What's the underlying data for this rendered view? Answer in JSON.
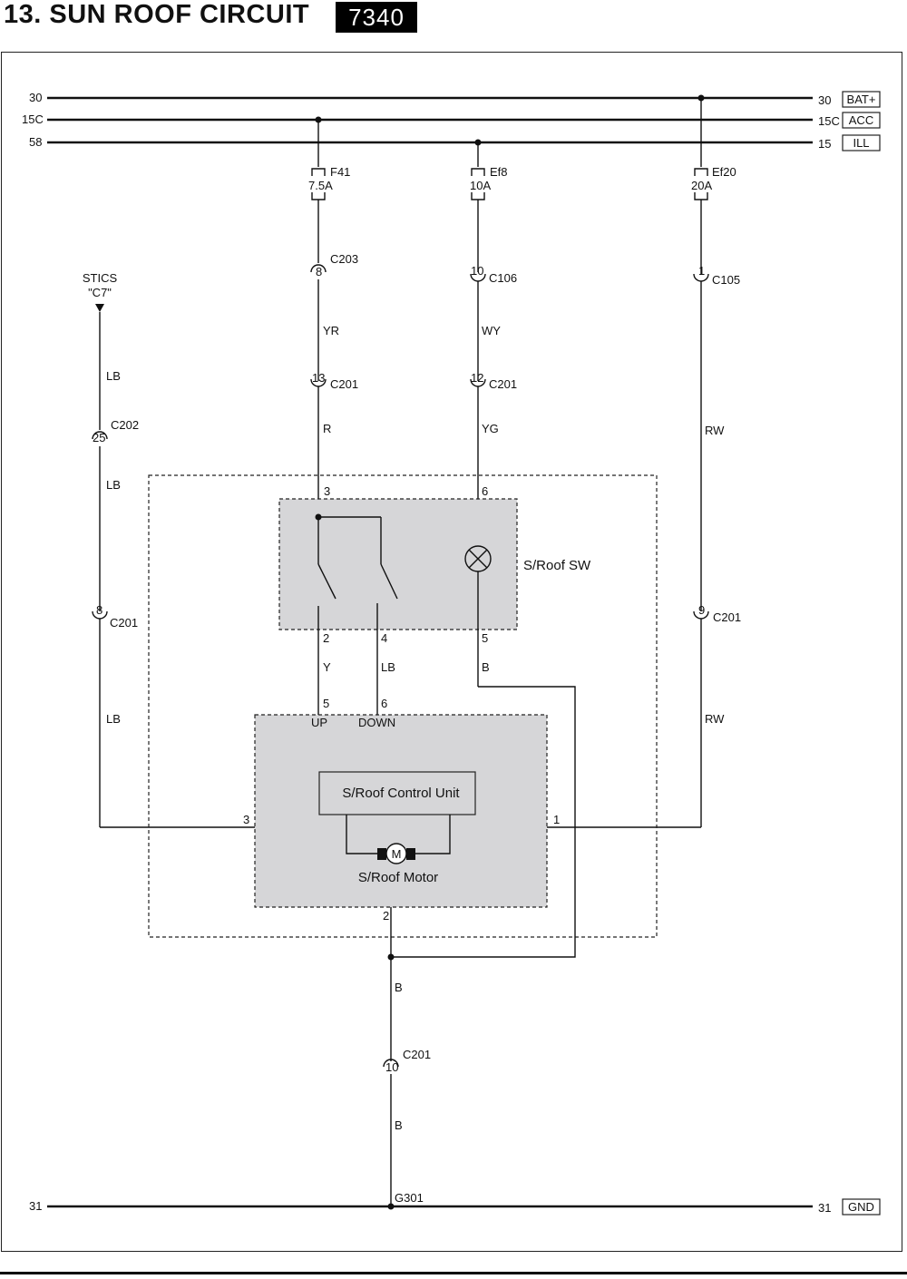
{
  "header": {
    "title": "13. SUN ROOF CIRCUIT",
    "code": "7340"
  },
  "rails": {
    "r30": {
      "left": "30",
      "right": "30",
      "tag": "BAT+"
    },
    "r15c": {
      "left": "15C",
      "right": "15C",
      "tag": "ACC"
    },
    "r58": {
      "left": "58",
      "right": "15",
      "tag": "ILL"
    },
    "r31": {
      "left": "31",
      "right": "31",
      "tag": "GND"
    }
  },
  "fuses": {
    "f41": {
      "name": "F41",
      "rating": "7.5A"
    },
    "ef8": {
      "name": "Ef8",
      "rating": "10A"
    },
    "ef20": {
      "name": "Ef20",
      "rating": "20A"
    }
  },
  "connectors": {
    "c203": {
      "name": "C203",
      "pin": "8"
    },
    "c106": {
      "name": "C106",
      "pin": "10"
    },
    "c105": {
      "name": "C105",
      "pin": "1"
    },
    "c201_13": {
      "name": "C201",
      "pin": "13"
    },
    "c201_12": {
      "name": "C201",
      "pin": "12"
    },
    "c202": {
      "name": "C202",
      "pin": "25"
    },
    "c201_8": {
      "name": "C201",
      "pin": "8"
    },
    "c201_9": {
      "name": "C201",
      "pin": "9"
    },
    "c201_10": {
      "name": "C201",
      "pin": "10"
    }
  },
  "wires": {
    "yr": "YR",
    "wy": "WY",
    "r": "R",
    "yg": "YG",
    "rw1": "RW",
    "rw2": "RW",
    "lb1": "LB",
    "lb2": "LB",
    "lb3": "LB",
    "y": "Y",
    "lb4": "LB",
    "b1": "B",
    "b2": "B",
    "b3": "B"
  },
  "stics": {
    "label": "STICS",
    "sub": "\"C7\""
  },
  "switch": {
    "label": "S/Roof SW",
    "pin3": "3",
    "pin6": "6",
    "pin2": "2",
    "pin4": "4",
    "pin5": "5"
  },
  "motor_unit": {
    "control_label": "S/Roof Control Unit",
    "motor_label": "S/Roof Motor",
    "motor_symbol": "M",
    "up_pin": "5",
    "down_pin": "6",
    "up_label": "UP",
    "down_label": "DOWN",
    "pin3": "3",
    "pin1": "1",
    "pin2": "2"
  },
  "ground": {
    "name": "G301"
  }
}
